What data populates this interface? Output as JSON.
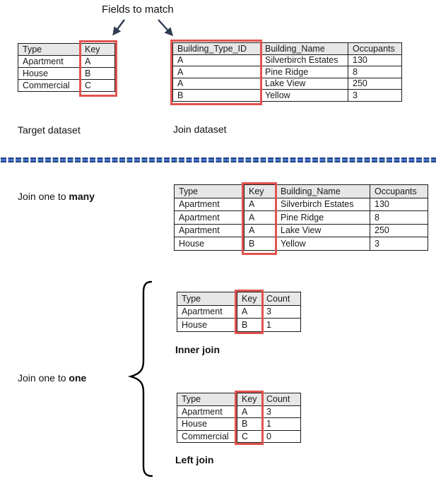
{
  "labels": {
    "fields_to_match": "Fields to match",
    "target_dataset": "Target dataset",
    "join_dataset": "Join dataset",
    "join_one_to_many_prefix": "Join one to ",
    "join_one_to_many_bold": "many",
    "join_one_to_one_prefix": "Join one to ",
    "join_one_to_one_bold": "one",
    "inner_join": "Inner join",
    "left_join": "Left join"
  },
  "tables": {
    "target": {
      "headers": [
        "Type",
        "Key"
      ],
      "rows": [
        [
          "Apartment",
          "A"
        ],
        [
          "House",
          "B"
        ],
        [
          "Commercial",
          "C"
        ]
      ]
    },
    "join": {
      "headers": [
        "Building_Type_ID",
        "Building_Name",
        "Occupants"
      ],
      "rows": [
        [
          "A",
          "Silverbirch Estates",
          "130"
        ],
        [
          "A",
          "Pine Ridge",
          "8"
        ],
        [
          "A",
          "Lake View",
          "250"
        ],
        [
          "B",
          "Yellow",
          "3"
        ]
      ]
    },
    "one_to_many": {
      "headers": [
        "Type",
        "Key",
        "Building_Name",
        "Occupants"
      ],
      "rows": [
        [
          "Apartment",
          "A",
          "Silverbirch Estates",
          "130"
        ],
        [
          "Apartment",
          "A",
          "Pine Ridge",
          "8"
        ],
        [
          "Apartment",
          "A",
          "Lake View",
          "250"
        ],
        [
          "House",
          "B",
          "Yellow",
          "3"
        ]
      ]
    },
    "inner_join": {
      "headers": [
        "Type",
        "Key",
        "Count"
      ],
      "rows": [
        [
          "Apartment",
          "A",
          "3"
        ],
        [
          "House",
          "B",
          "1"
        ]
      ]
    },
    "left_join": {
      "headers": [
        "Type",
        "Key",
        "Count"
      ],
      "rows": [
        [
          "Apartment",
          "A",
          "3"
        ],
        [
          "House",
          "B",
          "1"
        ],
        [
          "Commercial",
          "C",
          "0"
        ]
      ]
    }
  },
  "colors": {
    "highlight_red": "#E0534F",
    "header_gray": "#E7E7E7",
    "divider_dark": "#24407E",
    "divider_light": "#4A77CE",
    "arrow_navy": "#2F3B4E",
    "table_border": "#1A1A1A"
  }
}
